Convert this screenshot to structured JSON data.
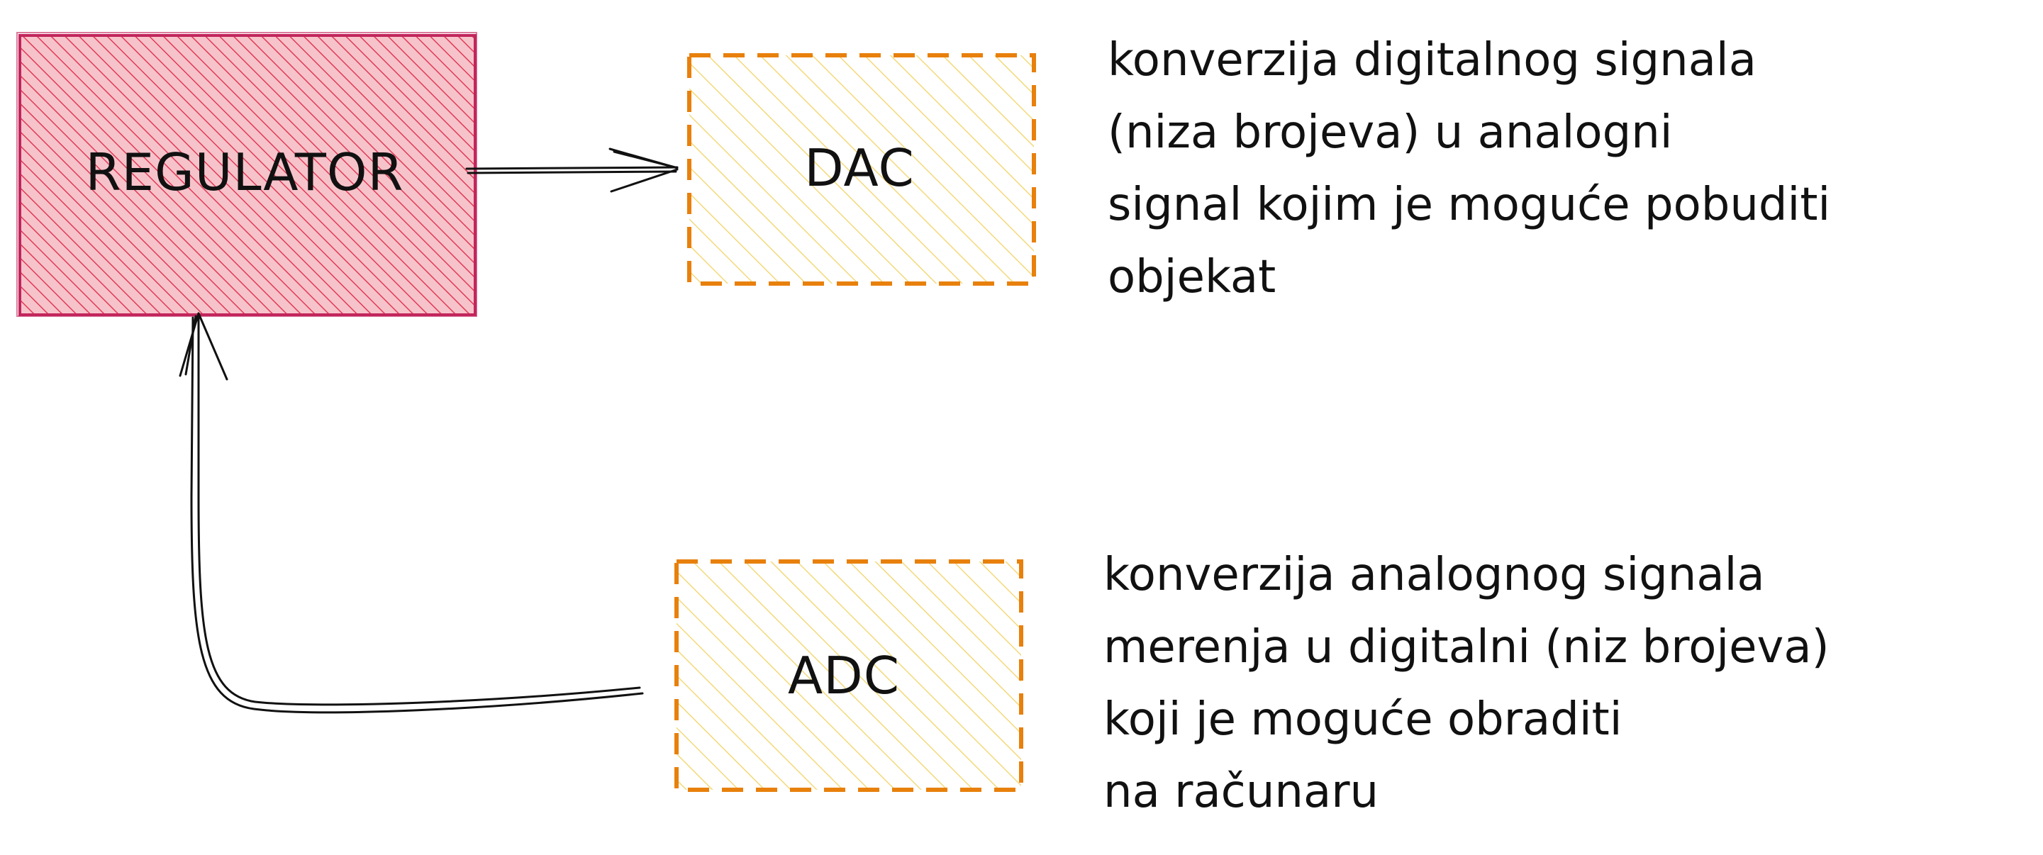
{
  "colors": {
    "regulator_fill": "#f08896",
    "regulator_stroke": "#c2255c",
    "converter_stroke": "#e8800c",
    "converter_hatch": "#f3d97a",
    "arrow": "#111111",
    "text": "#111111"
  },
  "blocks": {
    "regulator": {
      "label": "REGULATOR"
    },
    "dac": {
      "label": "DAC"
    },
    "adc": {
      "label": "ADC"
    }
  },
  "descriptions": {
    "dac": [
      "konverzija digitalnog signala",
      "(niza brojeva) u analogni",
      "signal kojim je moguće pobuditi",
      "objekat"
    ],
    "adc": [
      "konverzija analognog signala",
      "merenja u digitalni (niz brojeva)",
      "koji je moguće obraditi",
      "na računaru"
    ]
  },
  "connections": [
    {
      "from": "regulator",
      "to": "dac"
    },
    {
      "from": "adc",
      "to": "regulator"
    }
  ]
}
